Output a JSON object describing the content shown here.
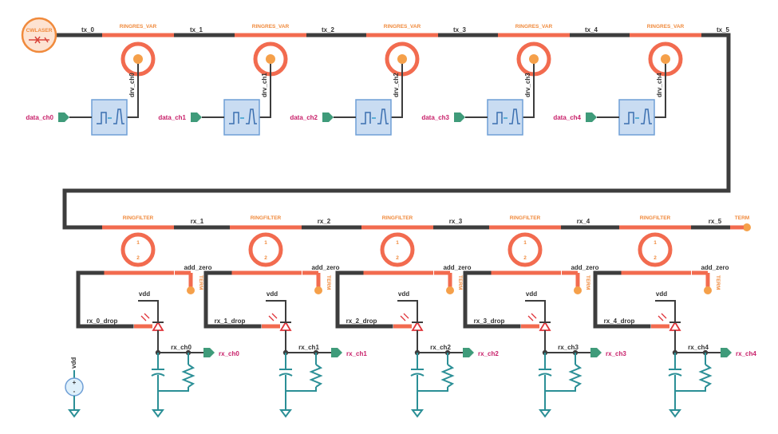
{
  "laser": {
    "label": "CWLASER"
  },
  "tx": {
    "nets": [
      "tx_0",
      "tx_1",
      "tx_2",
      "tx_3",
      "tx_4",
      "tx_5"
    ],
    "modulator_label": "RINGRES_VAR",
    "channels": [
      {
        "data_pin": "data_ch0",
        "drv_net": "drv_ch0"
      },
      {
        "data_pin": "data_ch1",
        "drv_net": "drv_ch1"
      },
      {
        "data_pin": "data_ch2",
        "drv_net": "drv_ch2"
      },
      {
        "data_pin": "data_ch3",
        "drv_net": "drv_ch3"
      },
      {
        "data_pin": "data_ch4",
        "drv_net": "drv_ch4"
      }
    ]
  },
  "rx": {
    "nets": [
      "rx_1",
      "rx_2",
      "rx_3",
      "rx_4",
      "rx_5"
    ],
    "filter_label": "RINGFILTER",
    "ring_port_labels": [
      "1",
      "2"
    ],
    "add_net": "add_zero",
    "term_label": "TERM",
    "vdd_label": "vdd",
    "channels": [
      {
        "drop_net": "rx_0_drop",
        "out_net": "rx_ch0",
        "out_pin": "rx_ch0"
      },
      {
        "drop_net": "rx_1_drop",
        "out_net": "rx_ch1",
        "out_pin": "rx_ch1"
      },
      {
        "drop_net": "rx_2_drop",
        "out_net": "rx_ch2",
        "out_pin": "rx_ch2"
      },
      {
        "drop_net": "rx_3_drop",
        "out_net": "rx_ch3",
        "out_pin": "rx_ch3"
      },
      {
        "drop_net": "rx_4_drop",
        "out_net": "rx_ch4",
        "out_pin": "rx_ch4"
      }
    ]
  },
  "bus_term": {
    "label": "TERM"
  },
  "supply": {
    "label": "vdd",
    "plus": "+",
    "minus": "-"
  }
}
